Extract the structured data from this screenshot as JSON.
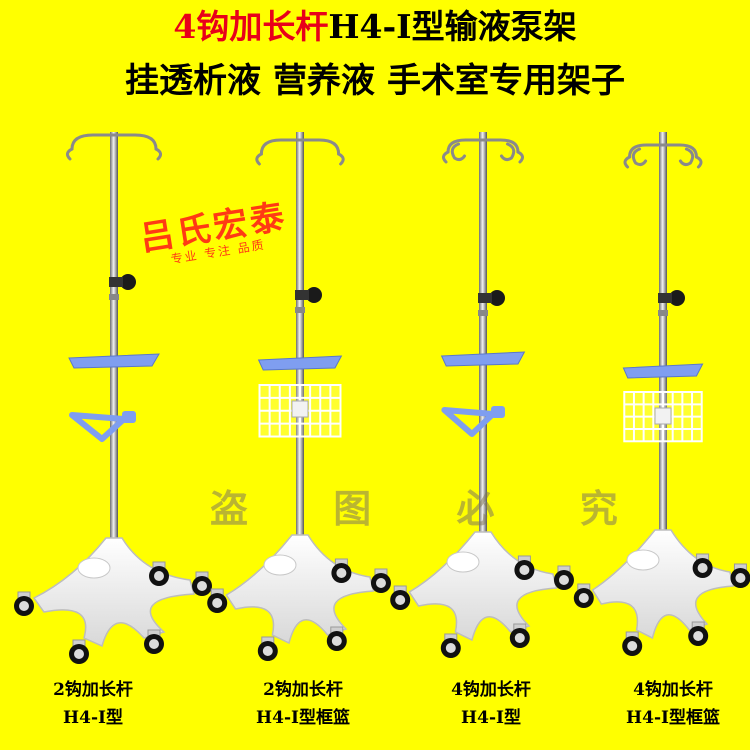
{
  "header": {
    "title_red": "4钩加长杆",
    "title_black": "H4-I型输液泵架",
    "subtitle_items": [
      "挂透析液",
      "营养液",
      "手术室专用架子"
    ]
  },
  "logo": {
    "brand": "吕氏宏泰",
    "slogan": "专业 专注 品质"
  },
  "watermark": "盗 图 必 究",
  "products": [
    {
      "line1": "2钩加长杆",
      "line2": "H4-I型",
      "hooks": 2,
      "basket": false
    },
    {
      "line1": "2钩加长杆",
      "line2": "H4-I型框篮",
      "hooks": 2,
      "basket": true
    },
    {
      "line1": "4钩加长杆",
      "line2": "H4-I型",
      "hooks": 4,
      "basket": false
    },
    {
      "line1": "4钩加长杆",
      "line2": "H4-I型框篮",
      "hooks": 4,
      "basket": true
    }
  ],
  "colors": {
    "background": "#ffff00",
    "title_accent": "#e8001a",
    "logo": "#ff3a14",
    "tray_blue": "#7f9ef0",
    "base_white": "#f4f4f4"
  }
}
